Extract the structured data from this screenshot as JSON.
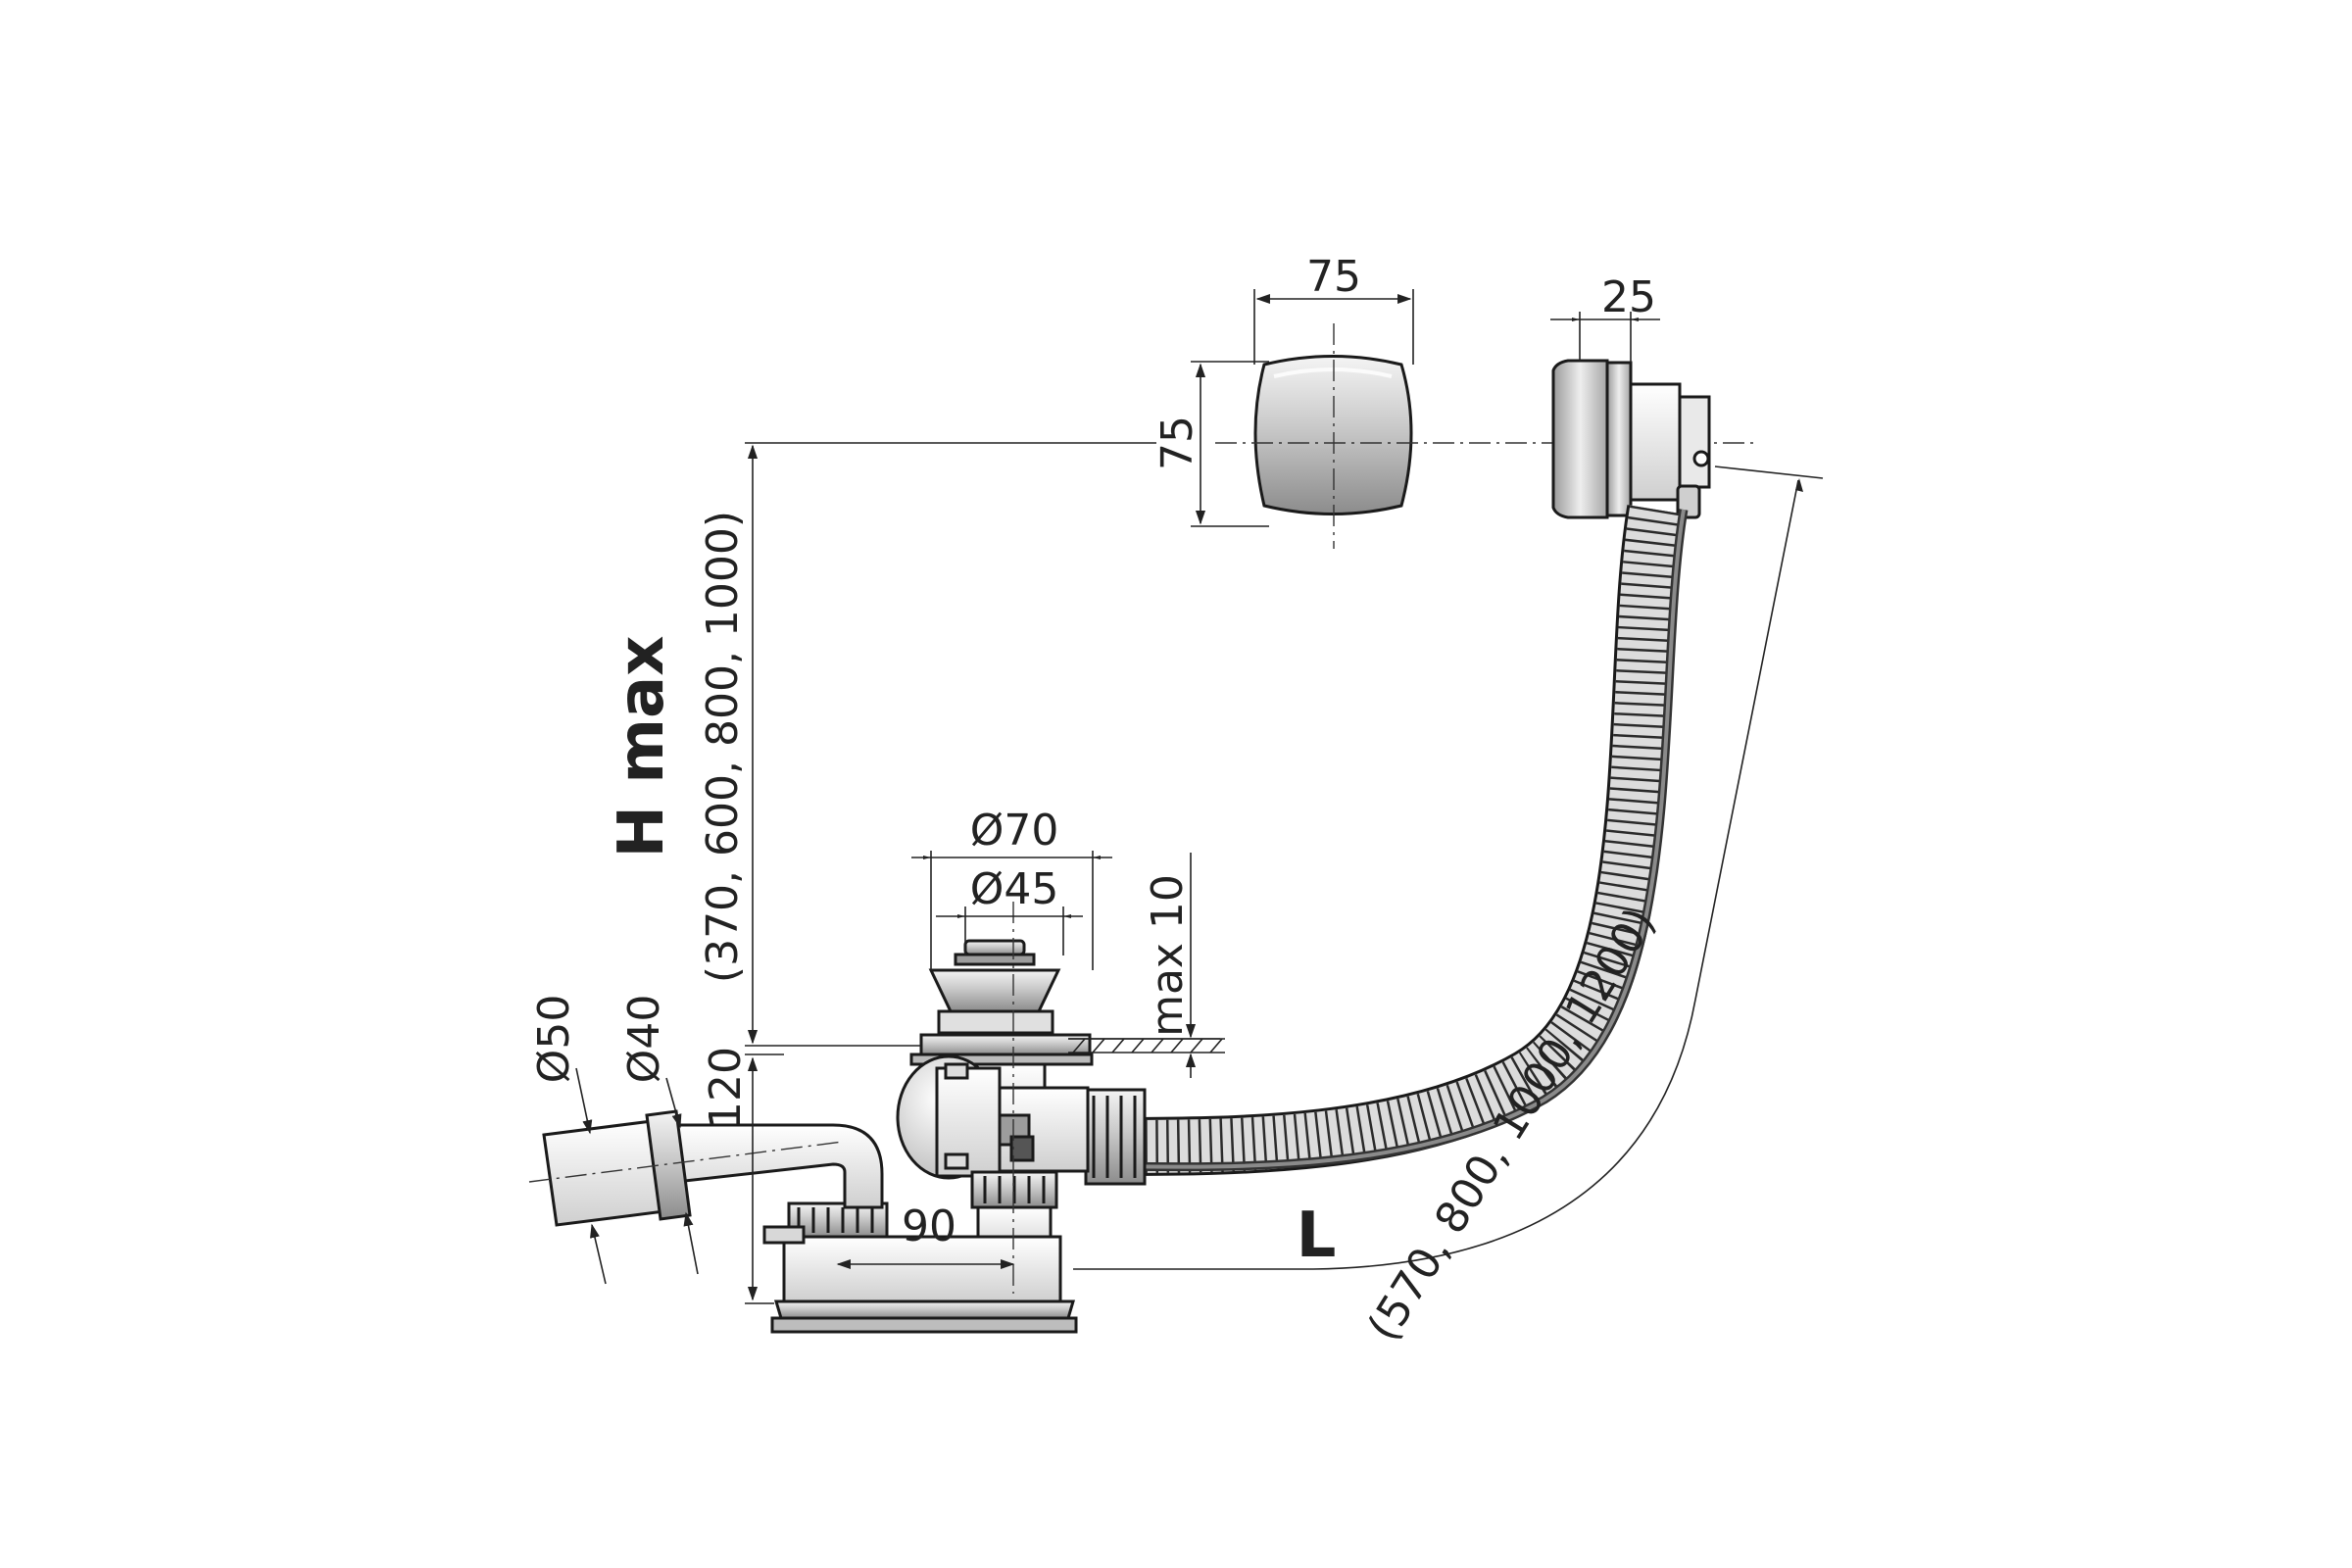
{
  "dimensions": {
    "overflow_width": "75",
    "overflow_height": "75",
    "overflow_depth": "25",
    "drain_outer_diameter": "Ø70",
    "drain_inner_diameter": "Ø45",
    "max_thickness": "max 10",
    "outlet_diameter_large": "Ø50",
    "outlet_diameter_small": "Ø40",
    "height_120": "120",
    "offset_90": "90"
  },
  "height_range": {
    "label": "H max",
    "values": "(370, 600, 800, 1000)"
  },
  "length_range": {
    "label": "L",
    "values": "(570, 800, 1000, 1200)"
  },
  "colors": {
    "line": "#222222",
    "metal_light": "#e6e6e6",
    "metal_mid": "#b5b5b5",
    "metal_dark": "#7a7a7a",
    "hose": "#d9d9d9"
  }
}
